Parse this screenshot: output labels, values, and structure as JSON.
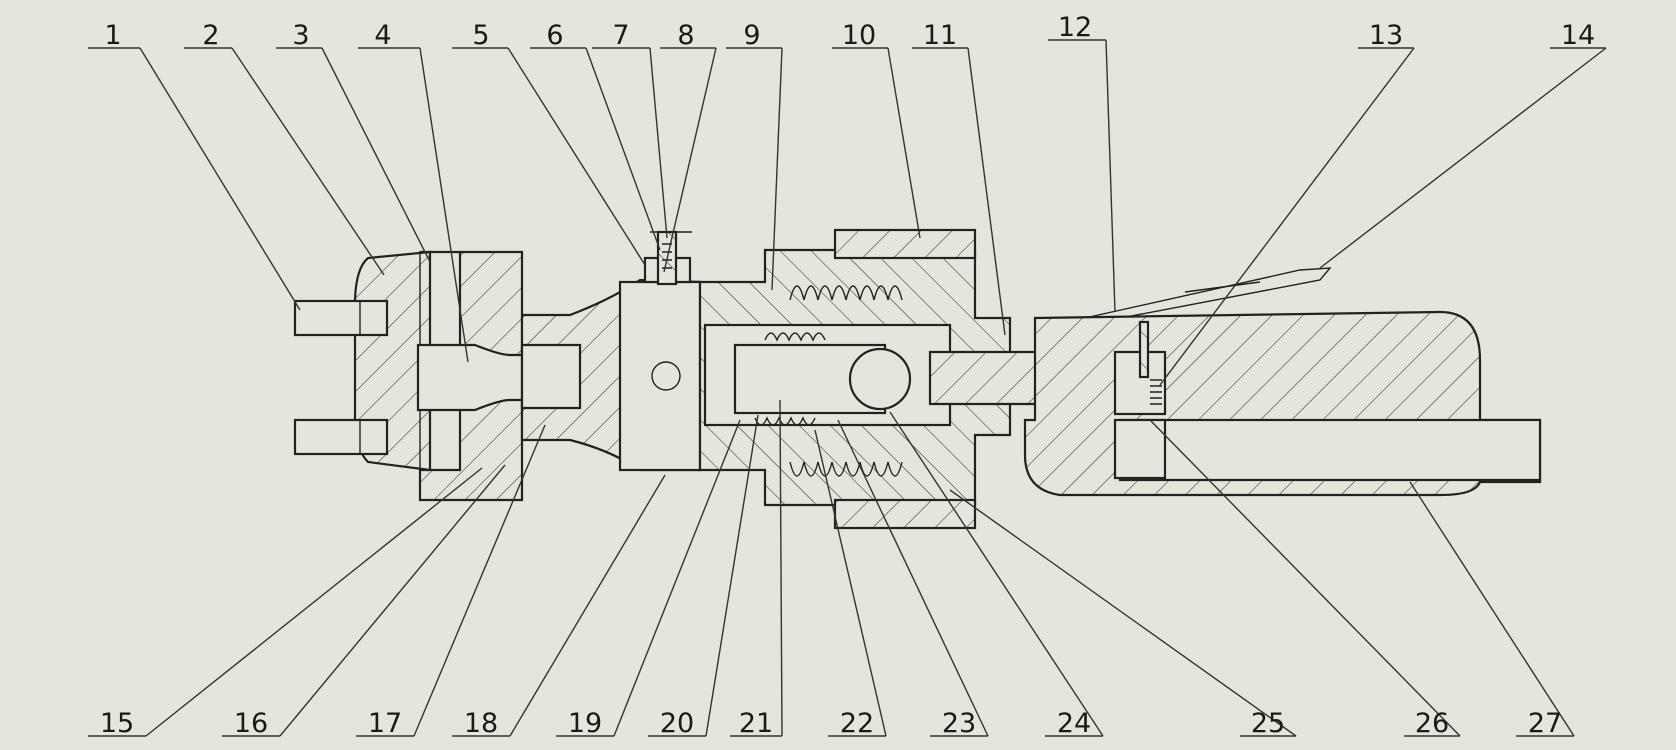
{
  "diagram": {
    "type": "sectional assembly drawing",
    "background": "#e6e5dc",
    "line_color": "#222222",
    "top_callouts": [
      "1",
      "2",
      "3",
      "4",
      "5",
      "6",
      "7",
      "8",
      "9",
      "10",
      "11",
      "12",
      "13",
      "14"
    ],
    "bottom_callouts": [
      "15",
      "16",
      "17",
      "18",
      "19",
      "20",
      "21",
      "22",
      "23",
      "24",
      "25",
      "26",
      "27"
    ]
  }
}
